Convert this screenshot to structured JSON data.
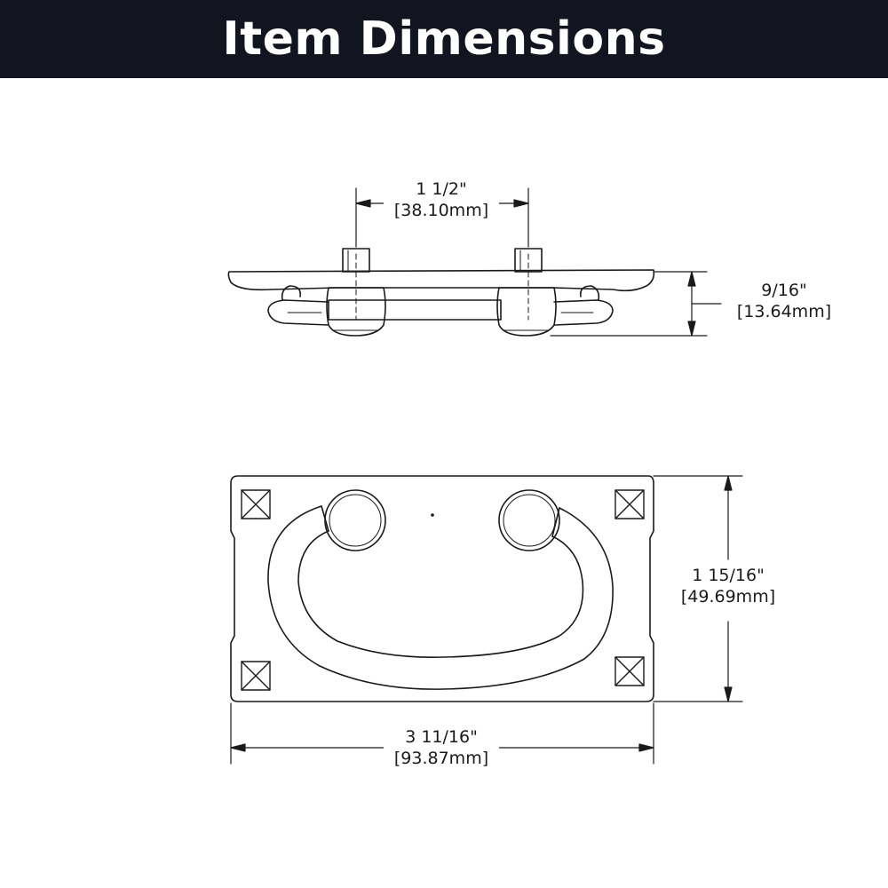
{
  "header": {
    "title": "Item Dimensions",
    "background_color": "#121420",
    "text_color": "#ffffff"
  },
  "dimensions": {
    "post_spacing": {
      "imperial": "1 1/2\"",
      "metric": "[38.10mm]"
    },
    "projection": {
      "imperial": "9/16\"",
      "metric": "[13.64mm]"
    },
    "height": {
      "imperial": "1 15/16\"",
      "metric": "[49.69mm]"
    },
    "width": {
      "imperial": "3 11/16\"",
      "metric": "[93.87mm]"
    }
  }
}
